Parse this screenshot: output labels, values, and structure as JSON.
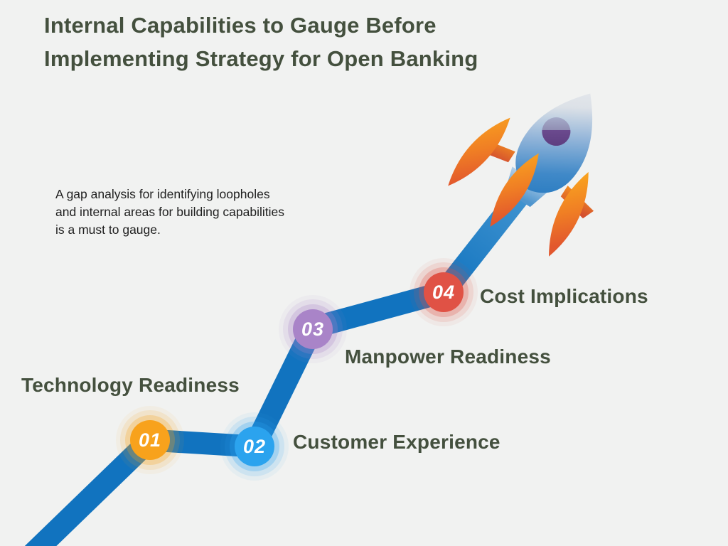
{
  "title": {
    "line1": "Internal Capabilities to Gauge Before",
    "line2": "Implementing Strategy for Open Banking"
  },
  "description": "A gap analysis for identifying loopholes and internal areas for building capabilities is a must to gauge.",
  "steps": [
    {
      "number": "01",
      "label": "Technology Readiness",
      "color": "#F8A21C",
      "rgb": "248,162,28"
    },
    {
      "number": "02",
      "label": "Customer Experience",
      "color": "#2BA3EE",
      "rgb": "43,163,238"
    },
    {
      "number": "03",
      "label": "Manpower Readiness",
      "color": "#A984C8",
      "rgb": "169,132,200"
    },
    {
      "number": "04",
      "label": "Cost Implications",
      "color": "#E05245",
      "rgb": "224,82,69"
    }
  ],
  "colors": {
    "background": "#F1F2F1",
    "heading_text": "#44503E",
    "body_text": "#1F1F1F",
    "path_blue": "#1173BF"
  },
  "icons": {
    "rocket": "rocket-icon"
  }
}
